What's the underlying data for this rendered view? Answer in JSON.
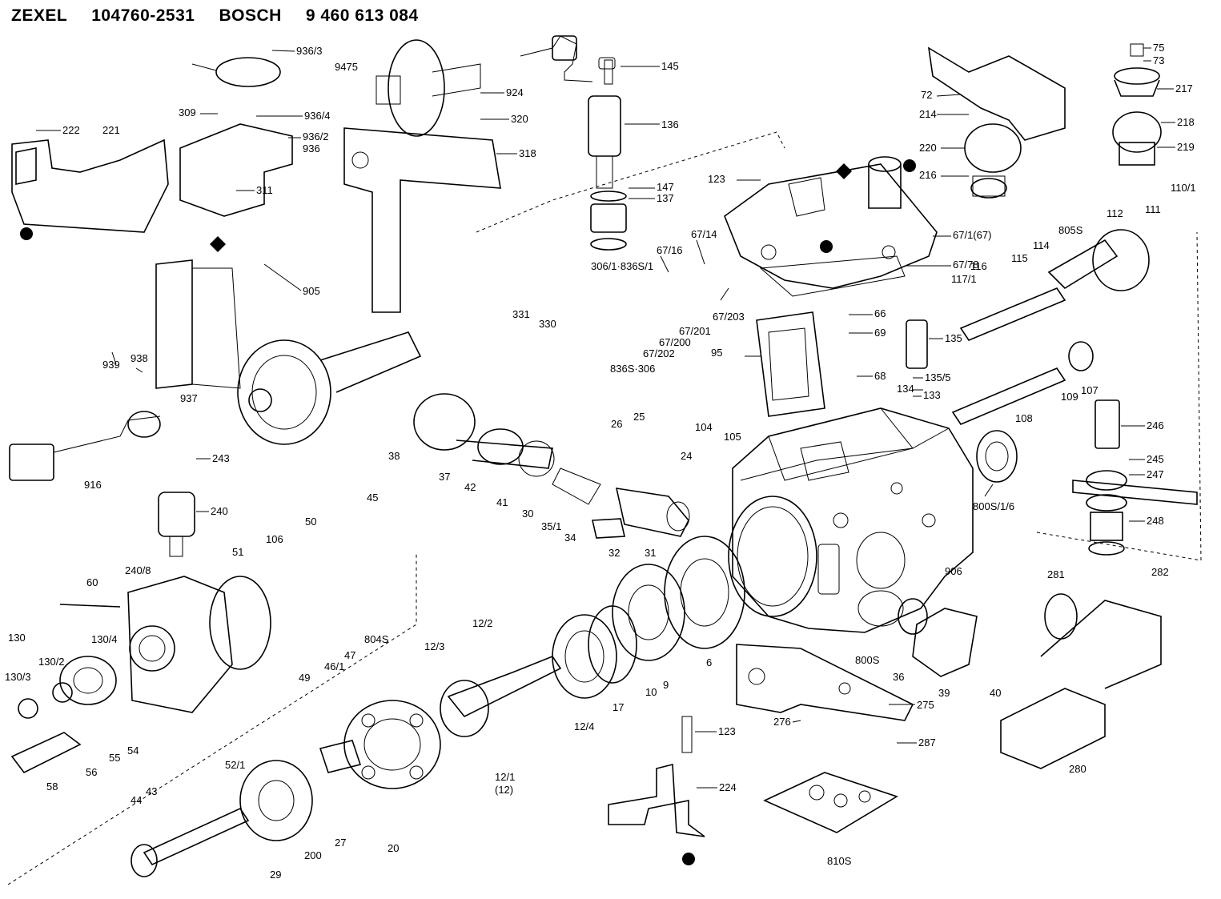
{
  "header": {
    "maker1": "ZEXEL",
    "code1": "104760-2531",
    "maker2": "BOSCH",
    "code2": "9 460 613 084"
  },
  "callouts": [
    "936/3",
    "9475",
    "936/4",
    "936/2",
    "936",
    "309",
    "311",
    "222",
    "221",
    "145",
    "924",
    "320",
    "318",
    "136",
    "147",
    "137",
    "123",
    "75",
    "73",
    "217",
    "218",
    "219",
    "72",
    "214",
    "220",
    "216",
    "67/1(67)",
    "67/78",
    "67/14",
    "67/16",
    "306/1·836S/1",
    "110/1",
    "111",
    "112",
    "805S",
    "114",
    "115",
    "116",
    "117/1",
    "905",
    "939",
    "938",
    "937",
    "331",
    "330",
    "66",
    "69",
    "67/203",
    "67/201",
    "67/202",
    "67/200",
    "836S·306",
    "95",
    "135",
    "135/5",
    "134",
    "133",
    "68",
    "109",
    "107",
    "108",
    "246",
    "245",
    "247",
    "248",
    "38",
    "37",
    "42",
    "41",
    "30",
    "35/1",
    "34",
    "26",
    "25",
    "24",
    "104",
    "105",
    "32",
    "31",
    "916",
    "243",
    "240",
    "240/8",
    "106",
    "50",
    "51",
    "45",
    "60",
    "130",
    "130/4",
    "130/2",
    "130/3",
    "49",
    "46/1",
    "47",
    "804S",
    "12/3",
    "12/2",
    "17",
    "12/4",
    "10",
    "9",
    "6",
    "800S/1/6",
    "906",
    "281",
    "282",
    "36",
    "39",
    "40",
    "800S",
    "275",
    "276",
    "287",
    "280",
    "58",
    "56",
    "55",
    "54",
    "12/1",
    "(12)",
    "123",
    "224",
    "810S",
    "44",
    "43",
    "52/1",
    "200",
    "27",
    "20",
    "29"
  ],
  "symbols": {
    "circle": "filled-circle-marker",
    "diamond": "filled-diamond-marker"
  }
}
